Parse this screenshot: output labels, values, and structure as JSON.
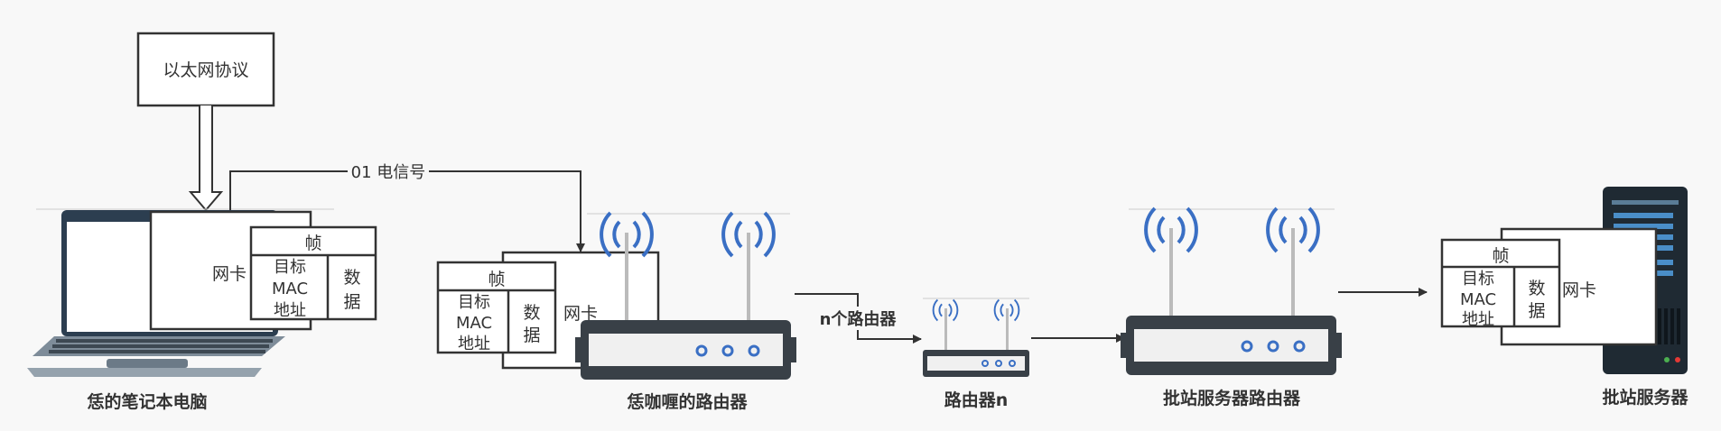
{
  "protocol_box": "以太网协议",
  "edge_label": "01 电信号",
  "routers_label": "n个路由器",
  "nic_label": "网卡",
  "frame_label": "帧",
  "mac_label": [
    "目标",
    "MAC",
    "地址"
  ],
  "data_label": [
    "数",
    "据"
  ],
  "nodes": {
    "laptop": "恁的笔记本电脑",
    "cafe_router": "恁咖喱的路由器",
    "router_n": "路由器n",
    "site_router": "批站服务器路由器",
    "server": "批站服务器"
  },
  "colors": {
    "wifi": "#3a6fc4",
    "router_body": "#394047",
    "server_body": "#1f2a33",
    "laptop_frame": "#2c3e50",
    "line": "#333333"
  }
}
